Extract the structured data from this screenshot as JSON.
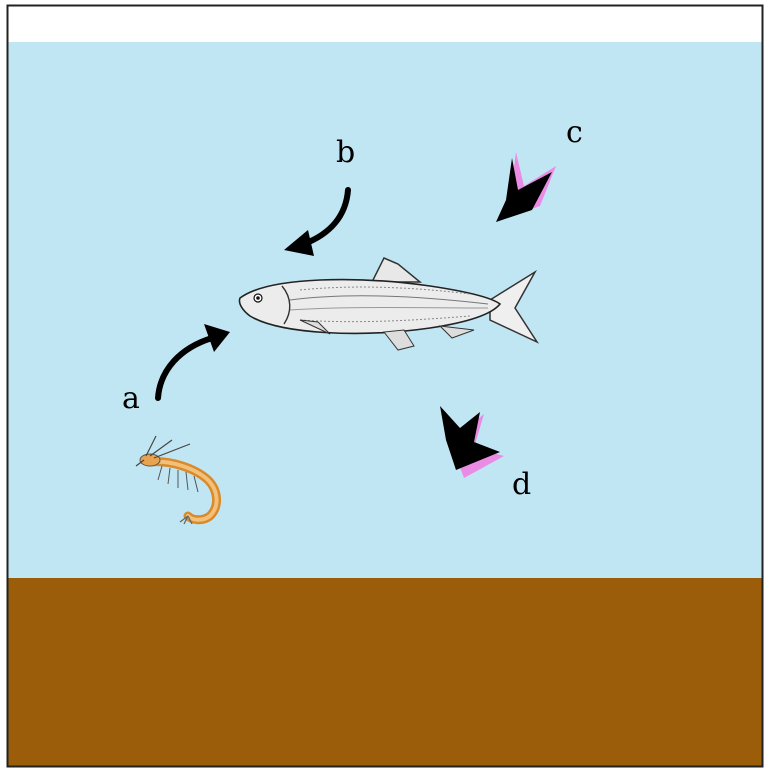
{
  "scene": {
    "colors": {
      "water": "#c1e6f3",
      "sediment": "#9b5d0a",
      "sky": "#ffffff",
      "arrow": "#000000",
      "arrow_highlight": "#ea8be4",
      "border": "#222222"
    },
    "labels": {
      "a": "a",
      "b": "b",
      "c": "c",
      "d": "d"
    },
    "organisms": [
      "fish",
      "shrimp"
    ]
  }
}
